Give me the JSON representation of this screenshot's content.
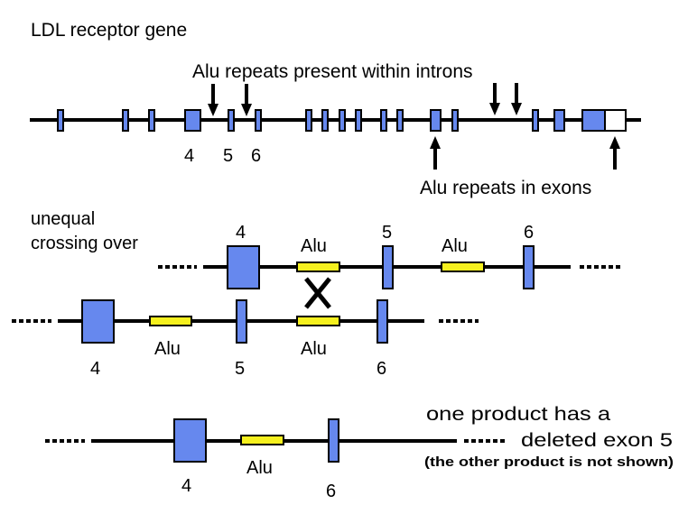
{
  "colors": {
    "exon": "#6688ee",
    "alu": "#f5f01e",
    "utr": "#ffffff",
    "line": "#000000"
  },
  "title": "LDL receptor gene",
  "gene": {
    "intron_label": "Alu repeats present within introns",
    "exon_alu_label": "Alu repeats in exons",
    "exon_numbers": [
      "4",
      "5",
      "6"
    ]
  },
  "crossover": {
    "label_line1": "unequal",
    "label_line2": "crossing over",
    "top_strand": {
      "labels": [
        "4",
        "Alu",
        "5",
        "Alu",
        "6"
      ]
    },
    "bottom_strand": {
      "labels": [
        "4",
        "Alu",
        "5",
        "Alu",
        "6"
      ]
    },
    "cross_mark": "X"
  },
  "product": {
    "labels": [
      "4",
      "Alu",
      "6"
    ],
    "note_line1": "one product has a",
    "note_line2": "deleted exon 5",
    "note_line3": "(the other product is not shown)"
  }
}
